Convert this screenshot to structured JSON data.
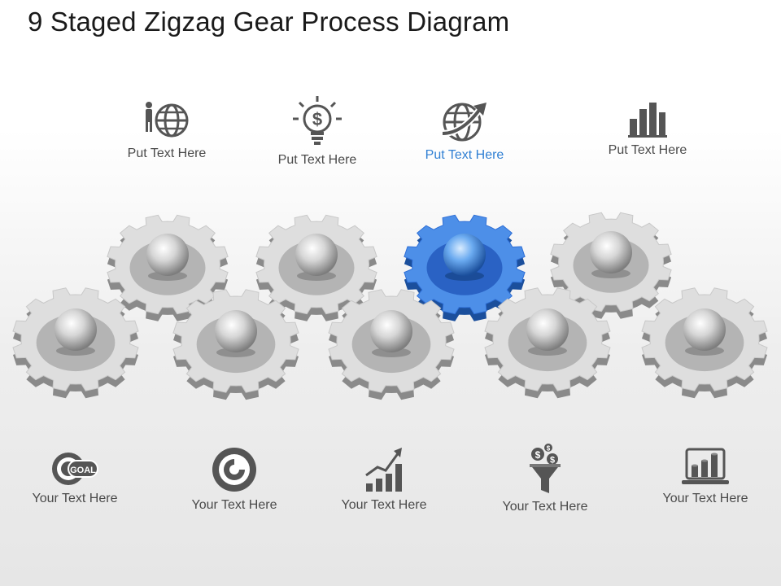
{
  "title": "9 Staged Zigzag Gear Process Diagram",
  "colors": {
    "gear": "#c8c8c8",
    "gear_active": "#2f6fd6",
    "text": "#4a4a4a",
    "text_active": "#2f7fd3"
  },
  "top_items": [
    {
      "icon": "globe-person-icon",
      "label": "Put Text Here"
    },
    {
      "icon": "lightbulb-dollar-icon",
      "label": "Put Text Here"
    },
    {
      "icon": "globe-arrow-icon",
      "label": "Put Text Here",
      "active": true
    },
    {
      "icon": "bar-chart-icon",
      "label": "Put Text Here"
    }
  ],
  "bottom_items": [
    {
      "icon": "goal-target-icon",
      "label": "Your Text Here",
      "badge": "GOAL"
    },
    {
      "icon": "donut-chart-icon",
      "label": "Your Text Here"
    },
    {
      "icon": "growth-chart-icon",
      "label": "Your Text Here"
    },
    {
      "icon": "money-funnel-icon",
      "label": "Your Text Here"
    },
    {
      "icon": "laptop-chart-icon",
      "label": "Your Text Here"
    }
  ]
}
